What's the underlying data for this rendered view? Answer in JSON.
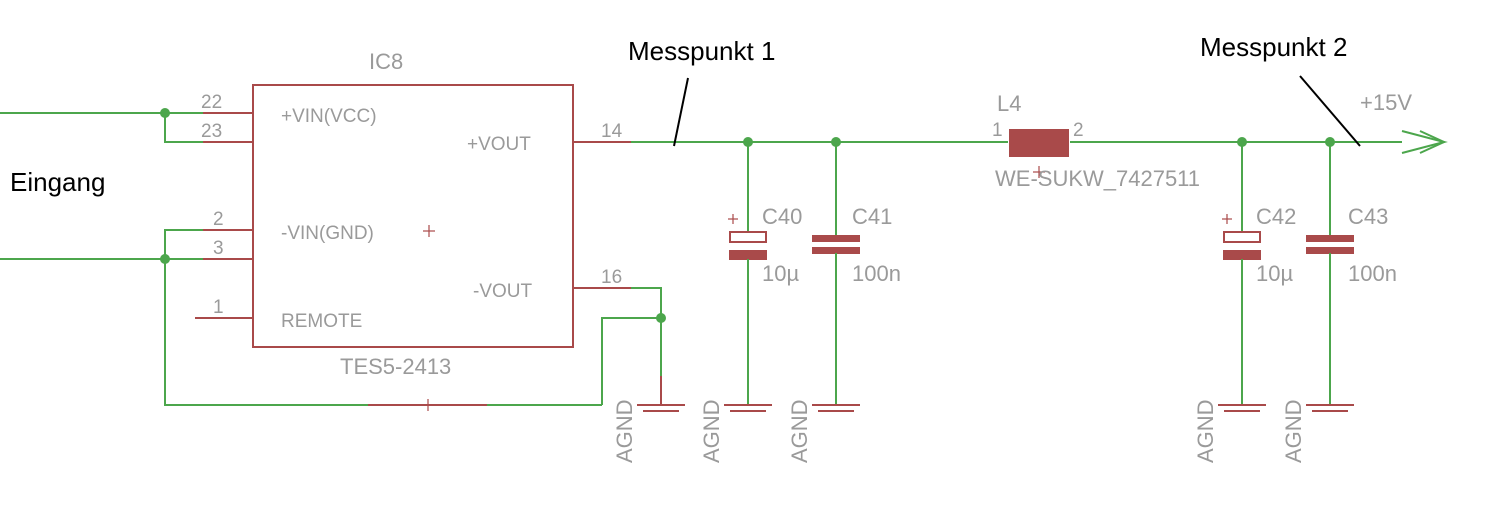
{
  "colors": {
    "wire": "#4ca64c",
    "part": "#a94a4a",
    "label_gray": "#9a9a9a",
    "text": "#000000"
  },
  "input_label": "Eingang",
  "ic": {
    "name": "IC8",
    "value": "TES5-2413",
    "pins": {
      "vin_vcc": "+VIN(VCC)",
      "vin_gnd": "-VIN(GND)",
      "remote": "REMOTE",
      "vout_pos": "+VOUT",
      "vout_neg": "-VOUT"
    },
    "pin_numbers": {
      "p22": "22",
      "p23": "23",
      "p2": "2",
      "p3": "3",
      "p1": "1",
      "p14": "14",
      "p16": "16"
    }
  },
  "test_points": {
    "tp1": "Messpunkt 1",
    "tp2": "Messpunkt 2"
  },
  "inductor": {
    "name": "L4",
    "value": "WE-SUKW_7427511",
    "pin1": "1",
    "pin2": "2"
  },
  "capacitors": [
    {
      "name": "C40",
      "value": "10µ",
      "polarized": true
    },
    {
      "name": "C41",
      "value": "100n",
      "polarized": false
    },
    {
      "name": "C42",
      "value": "10µ",
      "polarized": true
    },
    {
      "name": "C43",
      "value": "100n",
      "polarized": false
    }
  ],
  "ground_label": "AGND",
  "supply_label": "+15V"
}
